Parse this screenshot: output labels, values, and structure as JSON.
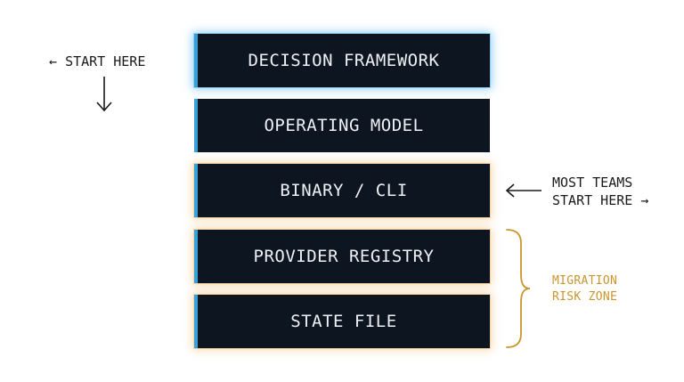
{
  "colors": {
    "layer_bg": "#0d1620",
    "layer_text": "#eef2f6",
    "edge_accent": "#3aa0d8",
    "glow_blue": "#3caaf0",
    "glow_orange": "#f0aa50",
    "zone_accent": "#c9962e",
    "note_text": "#1a1a1a"
  },
  "layers": [
    {
      "label": "DECISION FRAMEWORK",
      "glow": "blue"
    },
    {
      "label": "OPERATING MODEL",
      "glow": "none"
    },
    {
      "label": "BINARY / CLI",
      "glow": "orange"
    },
    {
      "label": "PROVIDER REGISTRY",
      "glow": "orange"
    },
    {
      "label": "STATE FILE",
      "glow": "orange"
    }
  ],
  "annotations": {
    "start_here": {
      "arrow": "←",
      "text": "START HERE",
      "down_arrow_icon": "arrow-down"
    },
    "most_teams": {
      "arrow_icon": "arrow-left-long",
      "line1": "MOST TEAMS",
      "line2": "START HERE",
      "trailing_arrow": "→"
    },
    "migration_zone": {
      "bracket_icon": "right-curly-bracket",
      "line1": "MIGRATION",
      "line2": "RISK ZONE"
    }
  }
}
